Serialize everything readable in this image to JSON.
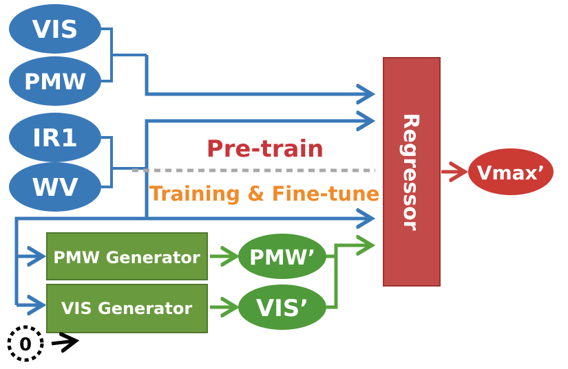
{
  "inputs": {
    "vis": "VIS",
    "pmw": "PMW",
    "ir1": "IR1",
    "wv": "WV"
  },
  "generators": {
    "pmw_generator": "PMW Generator",
    "vis_generator": "VIS Generator"
  },
  "generated": {
    "pmw_prime": "PMW’",
    "vis_prime": "VIS’"
  },
  "regressor": "Regressor",
  "output": "Vmax’",
  "phases": {
    "pretrain": "Pre-train",
    "training": "Training & Fine-tune"
  },
  "switch": {
    "label": "0"
  },
  "colors": {
    "input_node": "#3a79b8",
    "generator": "#6a9a3e",
    "generated_node": "#4f9a3a",
    "regressor": "#c24a48",
    "output_node": "#cc3a34",
    "pretrain_text": "#c7353a",
    "training_text": "#f08a2a",
    "divider": "#a8a8a8"
  }
}
